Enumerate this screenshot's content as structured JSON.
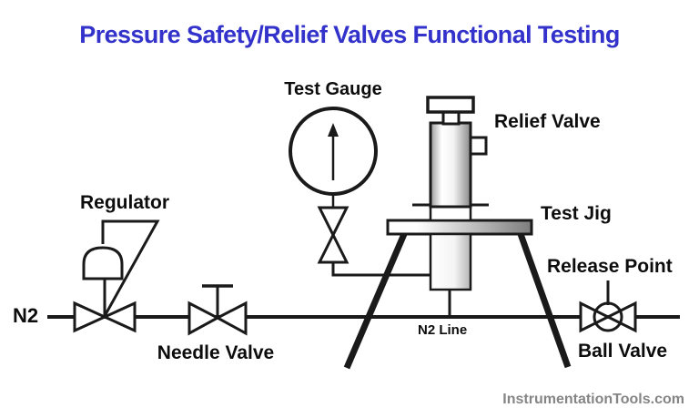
{
  "title": "Pressure Safety/Relief Valves Functional Testing",
  "colors": {
    "title": "#3333cc",
    "line": "#1a1a1a",
    "watermark": "#858585"
  },
  "labels": {
    "test_gauge": "Test Gauge",
    "relief_valve": "Relief Valve",
    "regulator": "Regulator",
    "test_jig": "Test Jig",
    "release_point": "Release Point",
    "n2": "N2",
    "needle_valve": "Needle Valve",
    "n2_line": "N2 Line",
    "ball_valve": "Ball Valve"
  },
  "watermark": "InstrumentationTools.com",
  "diagram": {
    "type": "piping-schematic",
    "components": [
      "n2-supply-line",
      "regulator",
      "needle-valve",
      "test-gauge",
      "gauge-isolation-valve",
      "relief-valve",
      "test-jig",
      "ball-valve-release-point"
    ]
  }
}
